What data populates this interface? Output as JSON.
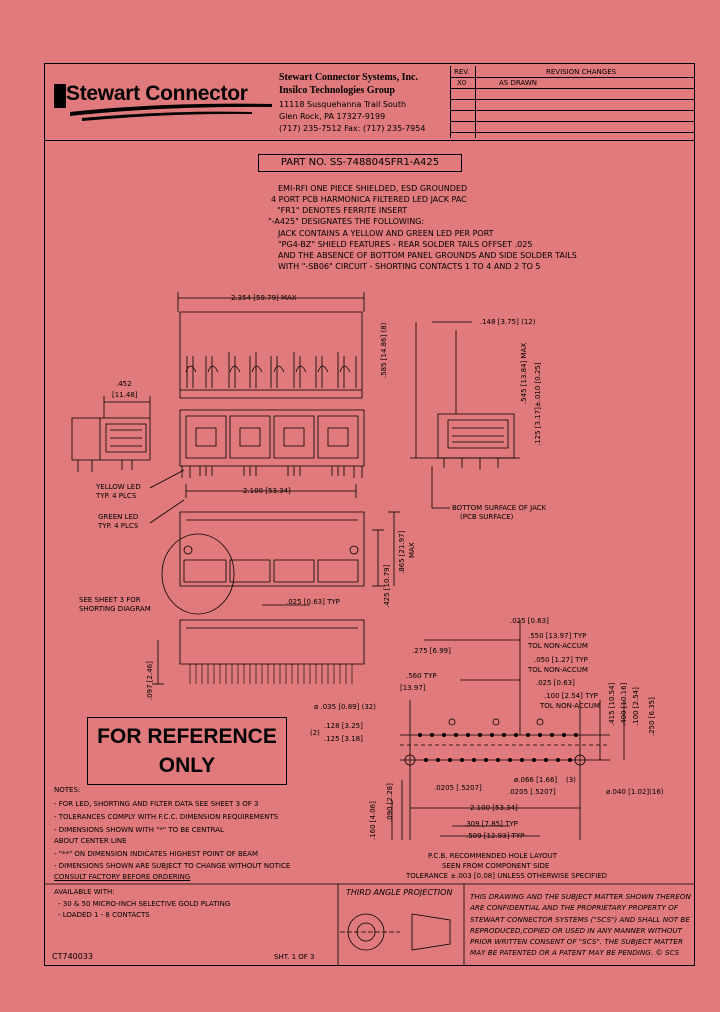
{
  "company": {
    "logo": "Stewart Connector",
    "name": "Stewart Connector Systems, Inc.",
    "group": "Insilco Technologies Group",
    "address1": "11118 Susquehanna Trail South",
    "address2": "Glen Rock, PA    17327-9199",
    "phone": "(717) 235-7512   Fax: (717) 235-7954"
  },
  "revision": {
    "col_rev": "REV.",
    "col_changes": "REVISION CHANGES",
    "rev": "X0",
    "change": "AS DRAWN"
  },
  "part_number": "PART NO. SS-748804SFR1-A425",
  "description": [
    "EMI-RFI ONE PIECE SHIELDED, ESD GROUNDED",
    "4 PORT PCB HARMONICA FILTERED LED JACK PAC",
    "\"FR1\" DENOTES FERRITE INSERT",
    "\"-A425\"  DESIGNATES THE FOLLOWING:",
    "JACK CONTAINS A YELLOW AND GREEN LED PER PORT",
    "\"PG4-BZ\" SHIELD FEATURES - REAR SOLDER TAILS OFFSET .025",
    "AND THE ABSENCE OF BOTTOM PANEL GROUNDS AND SIDE SOLDER TAILS",
    "WITH \"-SB06\" CIRCUIT - SHORTING CONTACTS 1 TO 4 AND 2 TO 5"
  ],
  "dims": {
    "overall_width": "2.354 [59.79] MAX",
    "side_depth_a": ".452",
    "side_depth_b": "[11.48]",
    "pitch_top": ".148 [3.75] (12)",
    "height_a": ".585 [14.86] (8)",
    "height_b": ".545 [13.84] MAX",
    "height_c": ".125 [3.17]±.010 [0.25]",
    "yellow_led": "YELLOW LED",
    "yellow_led_plcs": "TYP. 4 PLCS",
    "green_led": "GREEN LED",
    "green_led_plcs": "TYP. 4 PLCS",
    "pcb_width": "2.100 [53.34]",
    "bottom_surface_a": "BOTTOM SURFACE OF JACK",
    "bottom_surface_b": "(PCB SURFACE)",
    "front_height_a": ".865 [21.97]",
    "front_height_b": "MAX",
    "front_height_c": ".425 [10.79]",
    "see_sheet_a": "SEE SHEET 3 FOR",
    "see_sheet_b": "SHORTING DIAGRAM",
    "tail_pitch": ".025 [0.63] TYP",
    "tail_height": ".097 [2.46]"
  },
  "pcb_layout": {
    "d025": ".025 [0.63]",
    "d550": ".550 [13.97] TYP",
    "tol1": "TOL NON-ACCUM",
    "d050": ".050 [1.27] TYP",
    "tol2": "TOL NON-ACCUM",
    "d025b": ".025 [0.63]",
    "d100": ".100 [2.54] TYP",
    "tol3": "TOL NON-ACCUM",
    "d275": ".275 [6.99]",
    "d560a": ".560 TYP",
    "d560b": "[13.97]",
    "d415": ".415 [10.54]",
    "d400": ".400 [10.16]",
    "d100b": ".100 [2.54]",
    "d250": ".250 [6.35]",
    "hole035": "ø .035 [0.89] (32)",
    "hole128a": ".128 [3.25]",
    "hole128b": ".125 [3.18]",
    "hole128_count": "(2)",
    "d066": "ø.066 [1.66]",
    "d066_count": "(3)",
    "d040": "ø.040 [1.02](16)",
    "d0205a": ".0205 [.5207]",
    "d0205b": ".0205 [.5207]",
    "d2100": "2.100 [53.34]",
    "d309": ".309 [7.85] TYP",
    "d509": ".509 [12.93] TYP",
    "d160": ".160 [4.06]",
    "d090": ".090 [2.28]",
    "caption1": "P.C.B. RECOMMENDED HOLE LAYOUT",
    "caption2": "SEEN FROM COMPONENT SIDE",
    "caption3": "TOLERANCE ±.003 [0.08] UNLESS OTHERWISE SPECIFIED"
  },
  "reference": {
    "line1": "FOR REFERENCE",
    "line2": "ONLY"
  },
  "notes": {
    "title": "NOTES:",
    "items": [
      "- FOR LED, SHORTING AND FILTER DATA SEE SHEET 3 OF 3",
      "- TOLERANCES COMPLY WITH F.C.C. DIMENSION REQUIREMENTS",
      "- DIMENSIONS SHOWN WITH \"*\" TO BE CENTRAL",
      "  ABOUT CENTER LINE",
      "- \"**\" ON DIMENSION INDICATES HIGHEST POINT OF BEAM",
      "- DIMENSIONS SHOWN ARE SUBJECT TO CHANGE WITHOUT NOTICE",
      "  CONSULT FACTORY BEFORE ORDERING"
    ],
    "avail_title": "AVAILABLE WITH:",
    "avail_items": [
      "- 30 & 50 MICRO-INCH SELECTIVE GOLD PLATING",
      "- LOADED  1 - 8 CONTACTS"
    ]
  },
  "footer": {
    "drawing_no": "CT740033",
    "sheet": "SHT. 1 OF 3",
    "projection": "THIRD ANGLE PROJECTION",
    "legal": [
      "THIS DRAWING AND THE SUBJECT MATTER SHOWN THEREON",
      "ARE CONFIDENTIAL AND THE PROPRIETARY PROPERTY OF",
      "STEWART CONNECTOR SYSTEMS (\"SCS\") AND SHALL NOT BE",
      "REPRODUCED,COPIED OR USED IN ANY MANNER WITHOUT",
      "PRIOR WRITTEN CONSENT OF \"SCS\".  THE SUBJECT MATTER",
      "MAY BE PATENTED OR A PATENT MAY BE PENDING. © SCS"
    ]
  }
}
